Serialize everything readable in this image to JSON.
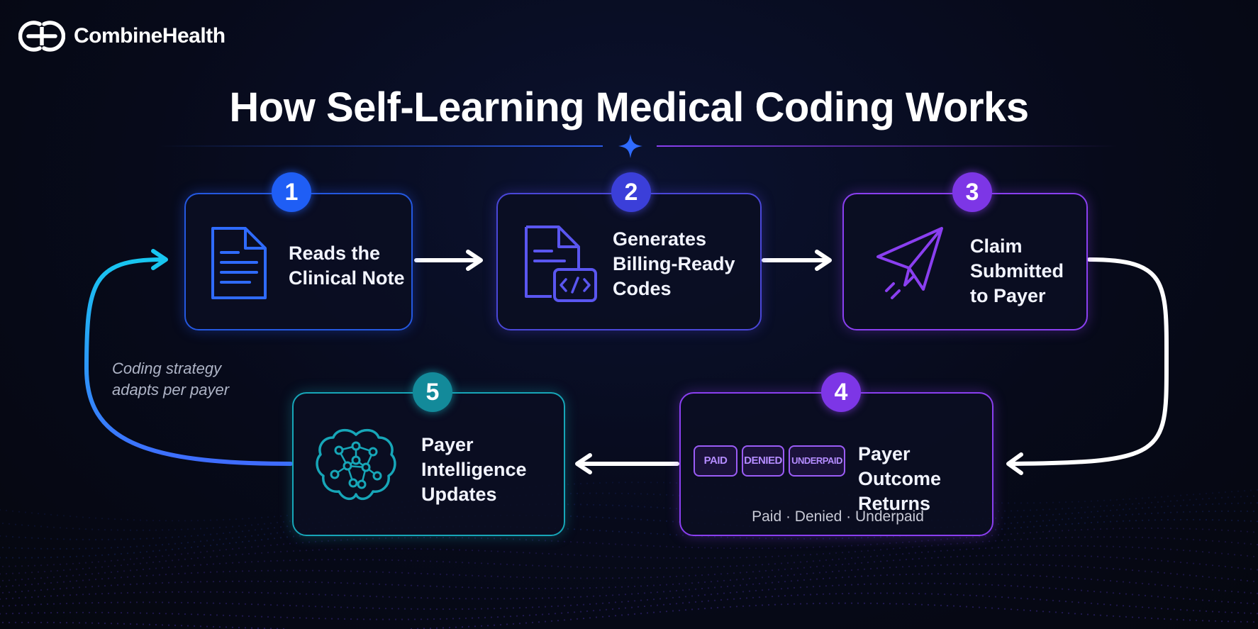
{
  "brand": {
    "name": "CombineHealth"
  },
  "title": "How Self-Learning Medical Coding Works",
  "steps": [
    {
      "number": "1",
      "label": "Reads the Clinical Note",
      "icon": "document-icon",
      "color": "#2f6bff"
    },
    {
      "number": "2",
      "label": "Generates Billing-Ready Codes",
      "icon": "code-document-icon",
      "color": "#4b4ef0"
    },
    {
      "number": "3",
      "label": "Claim Submitted to Payer",
      "icon": "paper-plane-icon",
      "color": "#8a3ff0"
    },
    {
      "number": "4",
      "label": "Payer Outcome Returns",
      "icon": "status-tags-icon",
      "color": "#8a3ff0",
      "tags": [
        "PAID",
        "DENIED",
        "UNDERPAID"
      ],
      "subtitle": "Paid · Denied · Underpaid"
    },
    {
      "number": "5",
      "label": "Payer Intelligence Updates",
      "icon": "brain-network-icon",
      "color": "#17a6b8"
    }
  ],
  "loop_note": "Coding strategy adapts per payer"
}
